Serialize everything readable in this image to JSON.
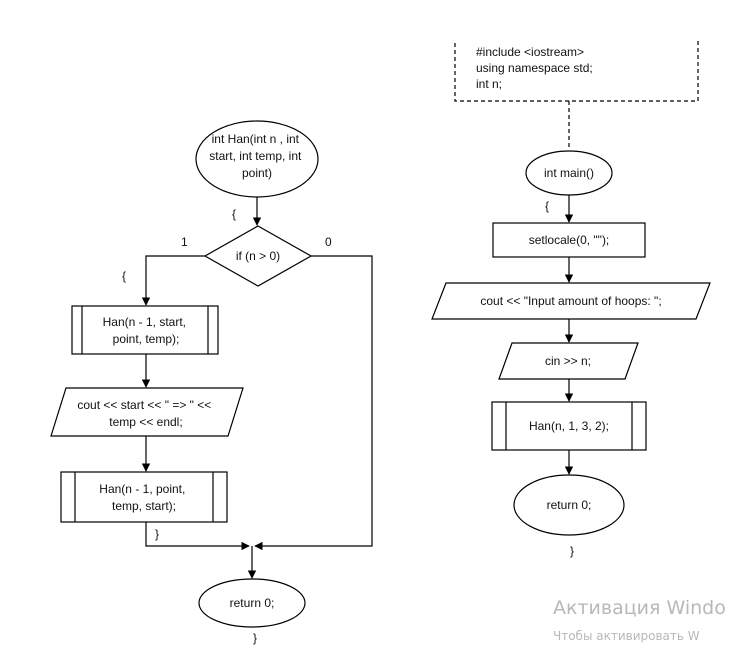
{
  "left_flow": {
    "func_header": [
      "int Han(int n , int",
      "start, int temp, int",
      "point)"
    ],
    "open_brace_1": "{",
    "decision": "if (n > 0)",
    "branch_true": "1",
    "branch_false": "0",
    "open_brace_2": "{",
    "call_1": [
      "Han(n - 1, start,",
      "point, temp);"
    ],
    "output": [
      "cout << start << \" => \" <<",
      "temp << endl;"
    ],
    "call_2": [
      "Han(n - 1, point,",
      "temp, start);"
    ],
    "close_brace_1": "}",
    "terminator": "return 0;",
    "close_brace_2": "}"
  },
  "right_flow": {
    "comment": [
      "#include <iostream>",
      "using namespace std;",
      "int n;"
    ],
    "main_header": "int main()",
    "open_brace": "{",
    "setlocale": "setlocale(0, \"\");",
    "prompt": "cout << \"Input amount of hoops: \";",
    "input": "cin >> n;",
    "call": "Han(n, 1, 3, 2);",
    "terminator": "return 0;",
    "close_brace": "}"
  },
  "watermark": {
    "line1": "Активация Windo",
    "line2": "Чтобы активировать W"
  }
}
